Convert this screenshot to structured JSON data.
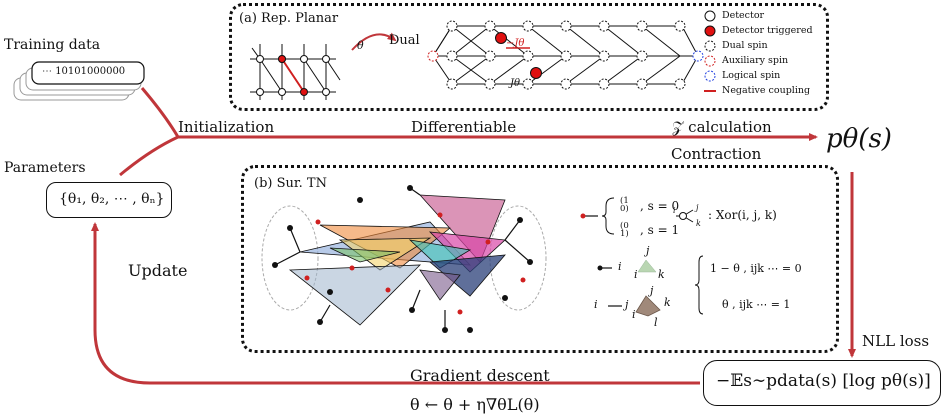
{
  "training_data_label": "Training data",
  "bitstring": "10101000000",
  "parameters_label": "Parameters",
  "theta_set": "{θ₁, θ₂, ⋯ , θₙ}",
  "update_label": "Update",
  "initialization_label": "Initialization",
  "differentiable_label": "Differentiable",
  "z_calc_label": "𝒵 calculation",
  "contraction_label": "Contraction",
  "p_theta": "pθ(s)",
  "nll_label": "NLL loss",
  "loss_expr": "−𝔼s∼pdata(s) [log pθ(s)]",
  "gradient_label": "Gradient descent",
  "update_rule": "θ ← θ + η∇θL(θ)",
  "panel_a": {
    "title": "(a) Rep. Planar",
    "dual_label": "Dual",
    "theta": "θ",
    "minus_j": "−Jθ",
    "j_theta": "Jθ",
    "legend": [
      {
        "label": "Detector",
        "color": "#ffffff",
        "stroke": "#111111",
        "dashed": false
      },
      {
        "label": "Detector triggered",
        "color": "#e01010",
        "stroke": "#111111",
        "dashed": false
      },
      {
        "label": "Dual spin",
        "color": "#ffffff",
        "stroke": "#111111",
        "dashed": true
      },
      {
        "label": "Auxiliary spin",
        "color": "#ffffff",
        "stroke": "#d02020",
        "dashed": true
      },
      {
        "label": "Logical spin",
        "color": "#ffffff",
        "stroke": "#2040e0",
        "dashed": true
      },
      {
        "label": "Negative coupling",
        "line": "#d02020"
      }
    ]
  },
  "panel_b": {
    "title": "(b) Sur. TN",
    "s0": ", s = 0",
    "s1": ", s = 1",
    "xor": ": Xor(i, j, k)",
    "one_minus_theta": "1 − θ ,  ijk ⋯ = 0",
    "theta_row": "θ ,   ijk ⋯ = 1",
    "idx_i": "i",
    "idx_j": "j",
    "idx_k": "k",
    "idx_l": "l"
  },
  "colors": {
    "arrow": "#c0363a",
    "red": "#e01010",
    "blue": "#2040e0"
  }
}
